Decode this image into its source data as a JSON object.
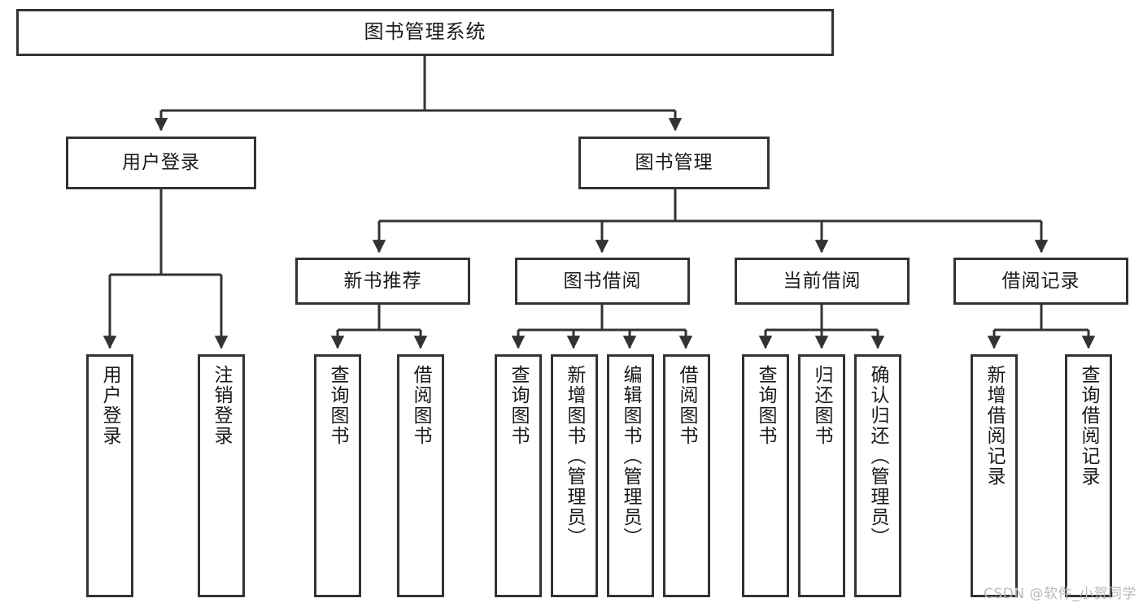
{
  "diagram": {
    "title": "图书管理系统",
    "type": "hierarchy-tree",
    "watermark": "CSDN @软件_小贺同学",
    "colors": {
      "box_border": "#333333",
      "box_fill": "#ffffff",
      "connector": "#333333",
      "text": "#1a1a1a",
      "watermark": "#b9b9b9"
    },
    "levels": {
      "root": {
        "label": "图书管理系统"
      },
      "level2": [
        {
          "label": "用户登录"
        },
        {
          "label": "图书管理"
        }
      ],
      "level3": [
        {
          "label": "新书推荐"
        },
        {
          "label": "图书借阅"
        },
        {
          "label": "当前借阅"
        },
        {
          "label": "借阅记录"
        }
      ],
      "leaves": [
        {
          "label": "用户登录",
          "parent": "用户登录"
        },
        {
          "label": "注销登录",
          "parent": "用户登录"
        },
        {
          "label": "查询图书",
          "parent": "新书推荐"
        },
        {
          "label": "借阅图书",
          "parent": "新书推荐"
        },
        {
          "label": "查询图书",
          "parent": "图书借阅"
        },
        {
          "label": "新增图书（管理员）",
          "parent": "图书借阅"
        },
        {
          "label": "编辑图书（管理员）",
          "parent": "图书借阅"
        },
        {
          "label": "借阅图书",
          "parent": "图书借阅"
        },
        {
          "label": "查询图书",
          "parent": "当前借阅"
        },
        {
          "label": "归还图书",
          "parent": "当前借阅"
        },
        {
          "label": "确认归还（管理员）",
          "parent": "当前借阅"
        },
        {
          "label": "新增借阅记录",
          "parent": "借阅记录"
        },
        {
          "label": "查询借阅记录",
          "parent": "借阅记录"
        }
      ]
    }
  }
}
